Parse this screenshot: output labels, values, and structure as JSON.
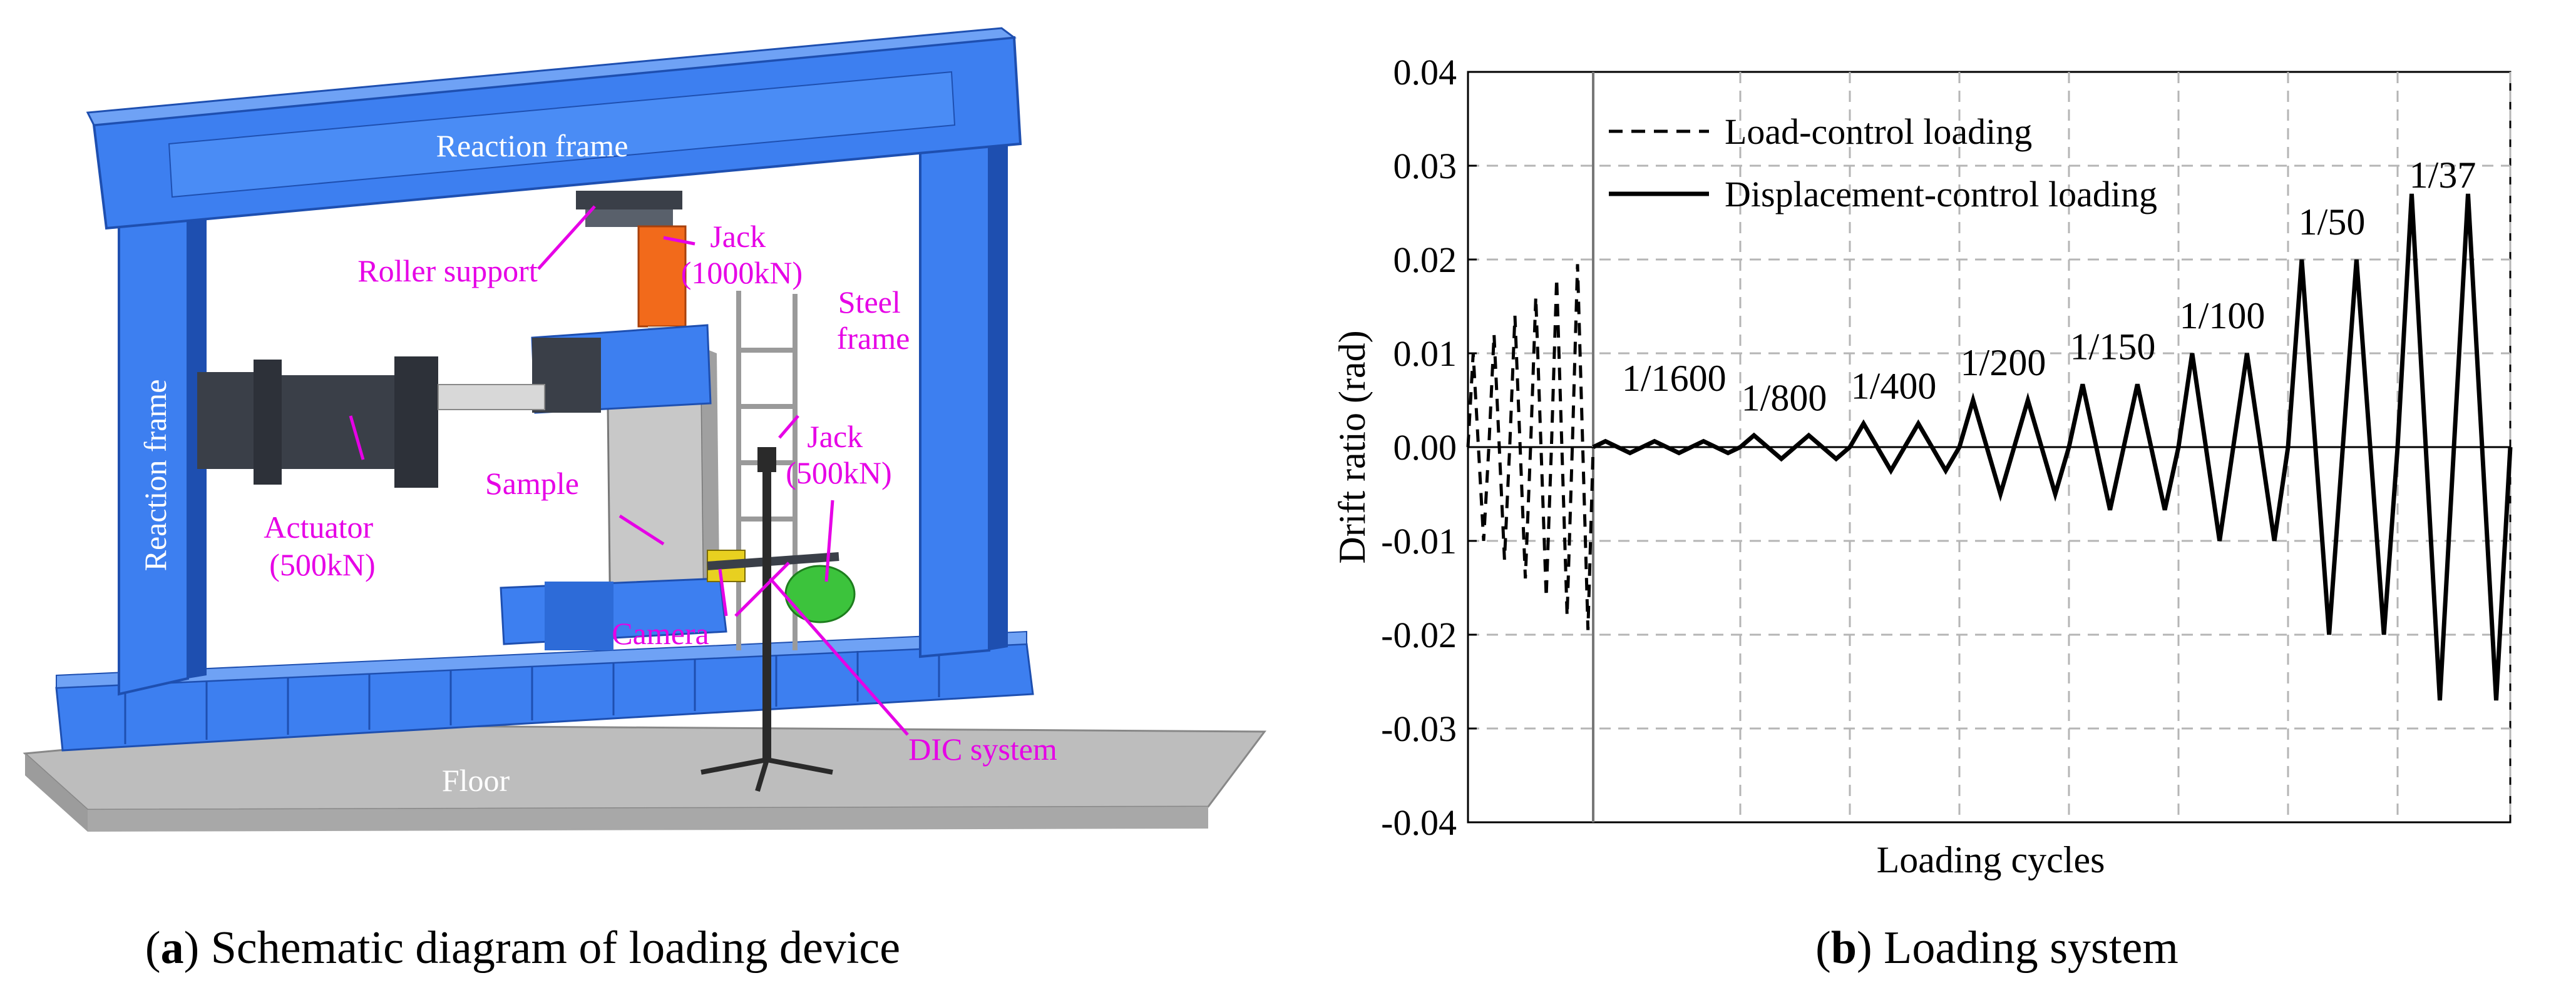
{
  "figure_a": {
    "caption_tag": "a",
    "caption_text": "Schematic diagram of loading device",
    "labels": {
      "reaction_frame_top": "Reaction frame",
      "reaction_frame_side": "Reaction frame",
      "floor": "Floor",
      "roller_support": "Roller support",
      "jack_1000": "Jack\n(1000kN)",
      "steel_frame": "Steel\nframe",
      "jack_500": "Jack\n(500kN)",
      "sample": "Sample",
      "actuator": "Actuator\n(500kN)",
      "camera": "Camera",
      "dic_system": "DIC system"
    },
    "colors": {
      "frame_blue": "#3d7ff0",
      "frame_dark": "#1e4fb0",
      "actuator": "#3a3f48",
      "jack_orange": "#f26a1b",
      "sample": "#c8c8c8",
      "label": "#e600e6",
      "floor": "#b9b9b9",
      "camera_green": "#3cc33c"
    }
  },
  "figure_b": {
    "caption_tag": "b",
    "caption_text": "Loading system",
    "chart_data": {
      "type": "line",
      "xlabel": "Loading cycles",
      "ylabel": "Drift ratio (rad)",
      "ylim": [
        -0.04,
        0.04
      ],
      "yticks": [
        "0.04",
        "0.03",
        "0.02",
        "0.01",
        "0.00",
        "-0.01",
        "-0.02",
        "-0.03",
        "-0.04"
      ],
      "grid": true,
      "legend_position": "top-left",
      "series": [
        {
          "name": "Load-control loading",
          "style": "dashed",
          "peaks": [
            0.01,
            0.012,
            0.014,
            0.016,
            0.018,
            0.0195
          ]
        },
        {
          "name": "Displacement-control loading",
          "style": "solid",
          "levels": [
            {
              "label": "1/1600",
              "amplitude": 0.000625,
              "cycles": 3
            },
            {
              "label": "1/800",
              "amplitude": 0.00125,
              "cycles": 2
            },
            {
              "label": "1/400",
              "amplitude": 0.0025,
              "cycles": 2
            },
            {
              "label": "1/200",
              "amplitude": 0.005,
              "cycles": 2
            },
            {
              "label": "1/150",
              "amplitude": 0.0067,
              "cycles": 2
            },
            {
              "label": "1/100",
              "amplitude": 0.01,
              "cycles": 2
            },
            {
              "label": "1/50",
              "amplitude": 0.02,
              "cycles": 2
            },
            {
              "label": "1/37",
              "amplitude": 0.027,
              "cycles": 2
            }
          ]
        }
      ]
    }
  }
}
